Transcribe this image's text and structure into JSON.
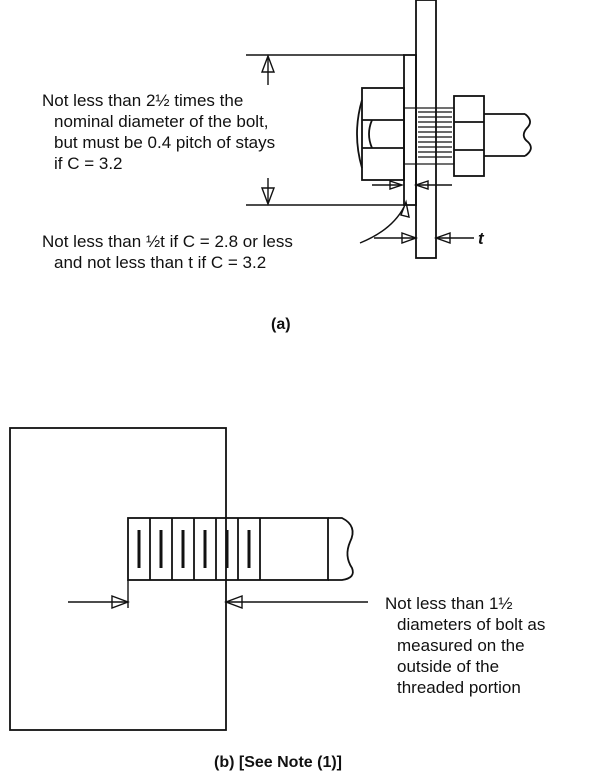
{
  "figure_a": {
    "label_washer": [
      "Not less than 2½ times the",
      "nominal diameter of the bolt,",
      "but must be 0.4 pitch of stays",
      "if C = 3.2"
    ],
    "label_weld": [
      "Not less than ½t if C = 2.8 or less",
      "and not less than t if C = 3.2"
    ],
    "thickness_symbol": "t",
    "caption": "(a)"
  },
  "figure_b": {
    "label_thread": [
      "Not less than 1½",
      "diameters of bolt as",
      "measured on the",
      "outside of the",
      "threaded portion"
    ],
    "caption": "(b) [See Note (1)]"
  }
}
